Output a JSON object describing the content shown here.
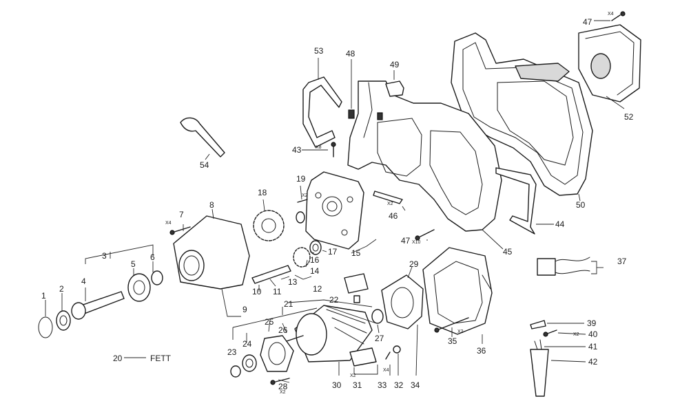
{
  "callouts": {
    "p1": "1",
    "p2": "2",
    "p3": "3",
    "p4": "4",
    "p5": "5",
    "p6": "6",
    "p7": "7",
    "p8": "8",
    "p9": "9",
    "p10": "10",
    "p11": "11",
    "p12": "12",
    "p13": "13",
    "p14": "14",
    "p15": "15",
    "p16": "16",
    "p17": "17",
    "p18": "18",
    "p19": "19",
    "p20": "20",
    "p21": "21",
    "p22": "22",
    "p23": "23",
    "p24": "24",
    "p25": "25",
    "p26": "26",
    "p27": "27",
    "p28": "28",
    "p29": "29",
    "p30": "30",
    "p31": "31",
    "p32": "32",
    "p33": "33",
    "p34": "34",
    "p35": "35",
    "p36": "36",
    "p37": "37",
    "p39": "39",
    "p40": "40",
    "p41": "41",
    "p42": "42",
    "p43": "43",
    "p44": "44",
    "p45": "45",
    "p46": "46",
    "p47a": "47",
    "p47b": "47",
    "p48": "48",
    "p49": "49",
    "p50": "50",
    "p52": "52",
    "p53": "53",
    "p54": "54"
  },
  "grease_label": "FETT",
  "quantities": {
    "q7": "X4",
    "q19": "X2",
    "q28": "X2",
    "q31": "X2",
    "q33": "X4",
    "q35": "X2",
    "q40": "X2",
    "q43": "X8",
    "q46": "X2",
    "q47a": "X4",
    "q47b": "X10"
  }
}
